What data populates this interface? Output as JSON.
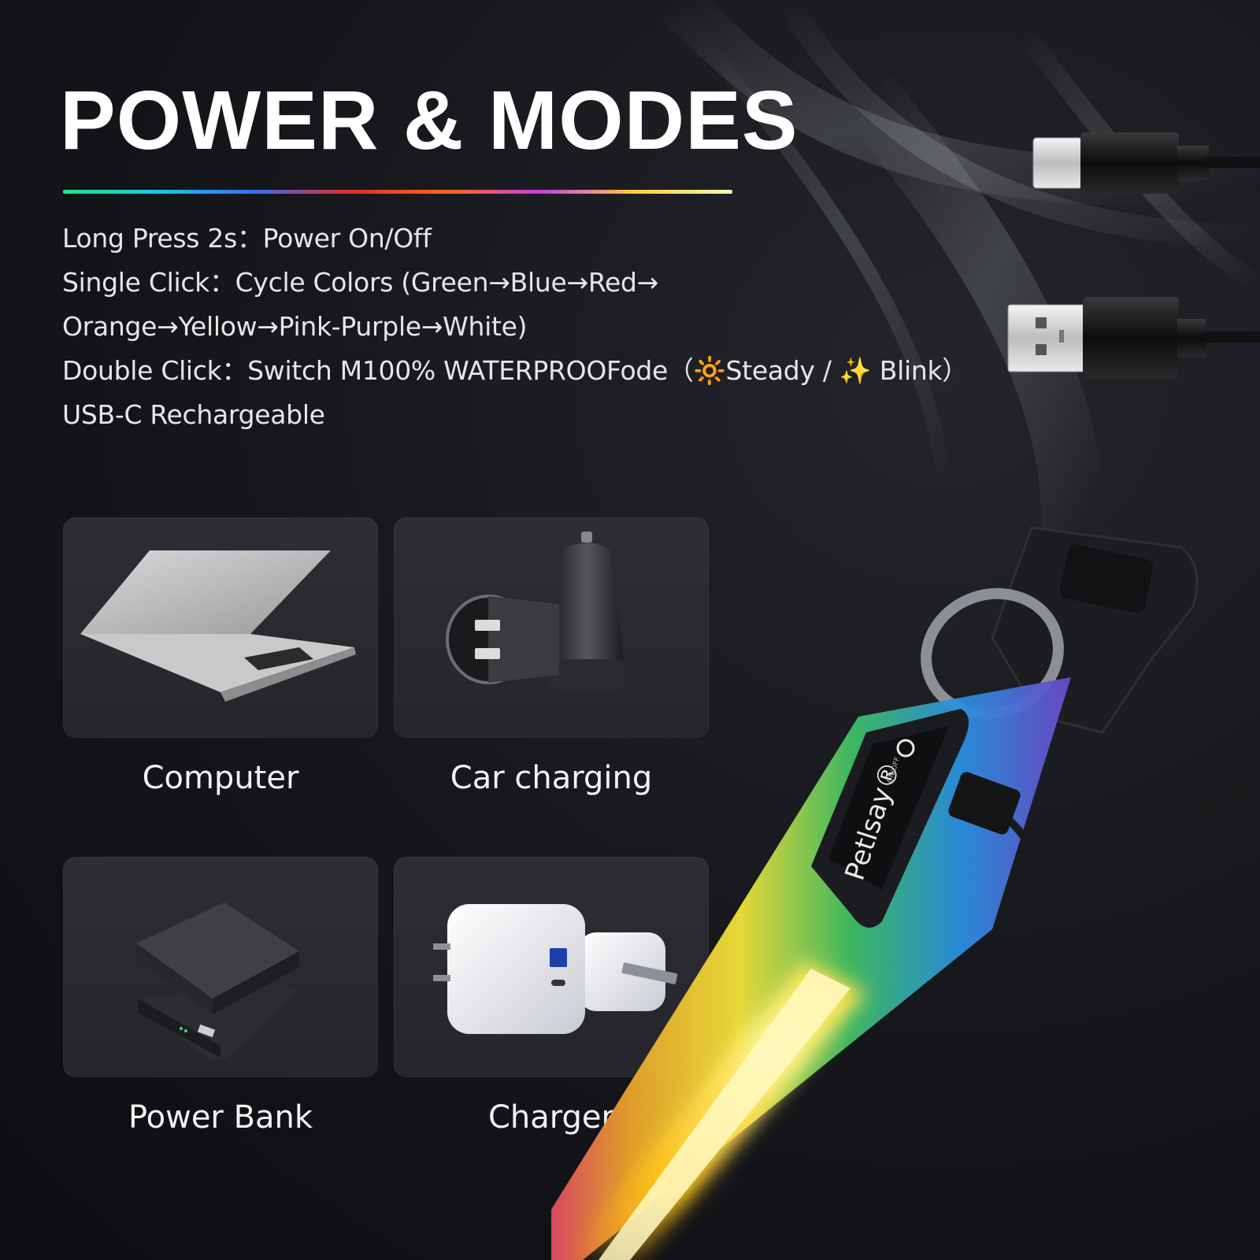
{
  "header": {
    "title": "POWER & MODES"
  },
  "modes": [
    "Long Press 2s：Power On/Off",
    "Single Click：Cycle Colors (Green→Blue→Red→",
    "Orange→Yellow→Pink-Purple→White)",
    "Double Click：Switch M100% WATERPROOFode（🔆Steady / ✨ Blink）",
    "USB-C Rechargeable"
  ],
  "charging_options": [
    {
      "label": "Computer",
      "icon": "laptop-icon"
    },
    {
      "label": "Car charging",
      "icon": "car-charger-icon"
    },
    {
      "label": "Power Bank",
      "icon": "power-bank-icon"
    },
    {
      "label": "Charger",
      "icon": "wall-charger-icon"
    }
  ],
  "product": {
    "brand": "Petlsay®",
    "tag_small_text": "ON/OFF",
    "usb_c_plug": "usb-c-plug-icon",
    "usb_a_plug": "usb-a-plug-icon",
    "collar": "led-collar-image"
  },
  "colors": {
    "background": "#14161a",
    "tile": "#2a2c31",
    "text": "#e6e6e6",
    "title": "#ffffff"
  }
}
